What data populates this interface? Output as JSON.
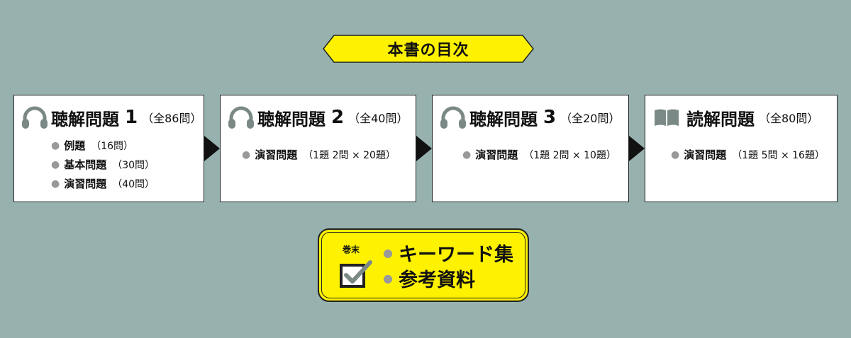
{
  "title": "本書の目次",
  "sections": [
    {
      "name": "聴解問題",
      "number": "1",
      "count": "（全86問）",
      "icon": "headphones-icon",
      "items": [
        {
          "label": "例題",
          "detail": "（16問）"
        },
        {
          "label": "基本問題",
          "detail": "（30問）"
        },
        {
          "label": "演習問題",
          "detail": "（40問）"
        }
      ]
    },
    {
      "name": "聴解問題",
      "number": "2",
      "count": "（全40問）",
      "icon": "headphones-icon",
      "items": [
        {
          "label": "演習問題",
          "detail": "（1題 2問 × 20題）"
        }
      ]
    },
    {
      "name": "聴解問題",
      "number": "3",
      "count": "（全20問）",
      "icon": "headphones-icon",
      "items": [
        {
          "label": "演習問題",
          "detail": "（1題 2問 × 10題）"
        }
      ]
    },
    {
      "name": "読解問題",
      "number": "",
      "count": "（全80問）",
      "icon": "open-book-icon",
      "items": [
        {
          "label": "演習問題",
          "detail": "（1題 5問 × 16題）"
        }
      ]
    }
  ],
  "appendix": {
    "tag": "巻末",
    "icon": "checkbox-check-icon",
    "items": [
      "キーワード集",
      "参考資料"
    ]
  },
  "colors": {
    "background": "#97b2ae",
    "accent_yellow": "#fff200",
    "icon_gray": "#7b8986",
    "bullet_gray": "#999999"
  }
}
